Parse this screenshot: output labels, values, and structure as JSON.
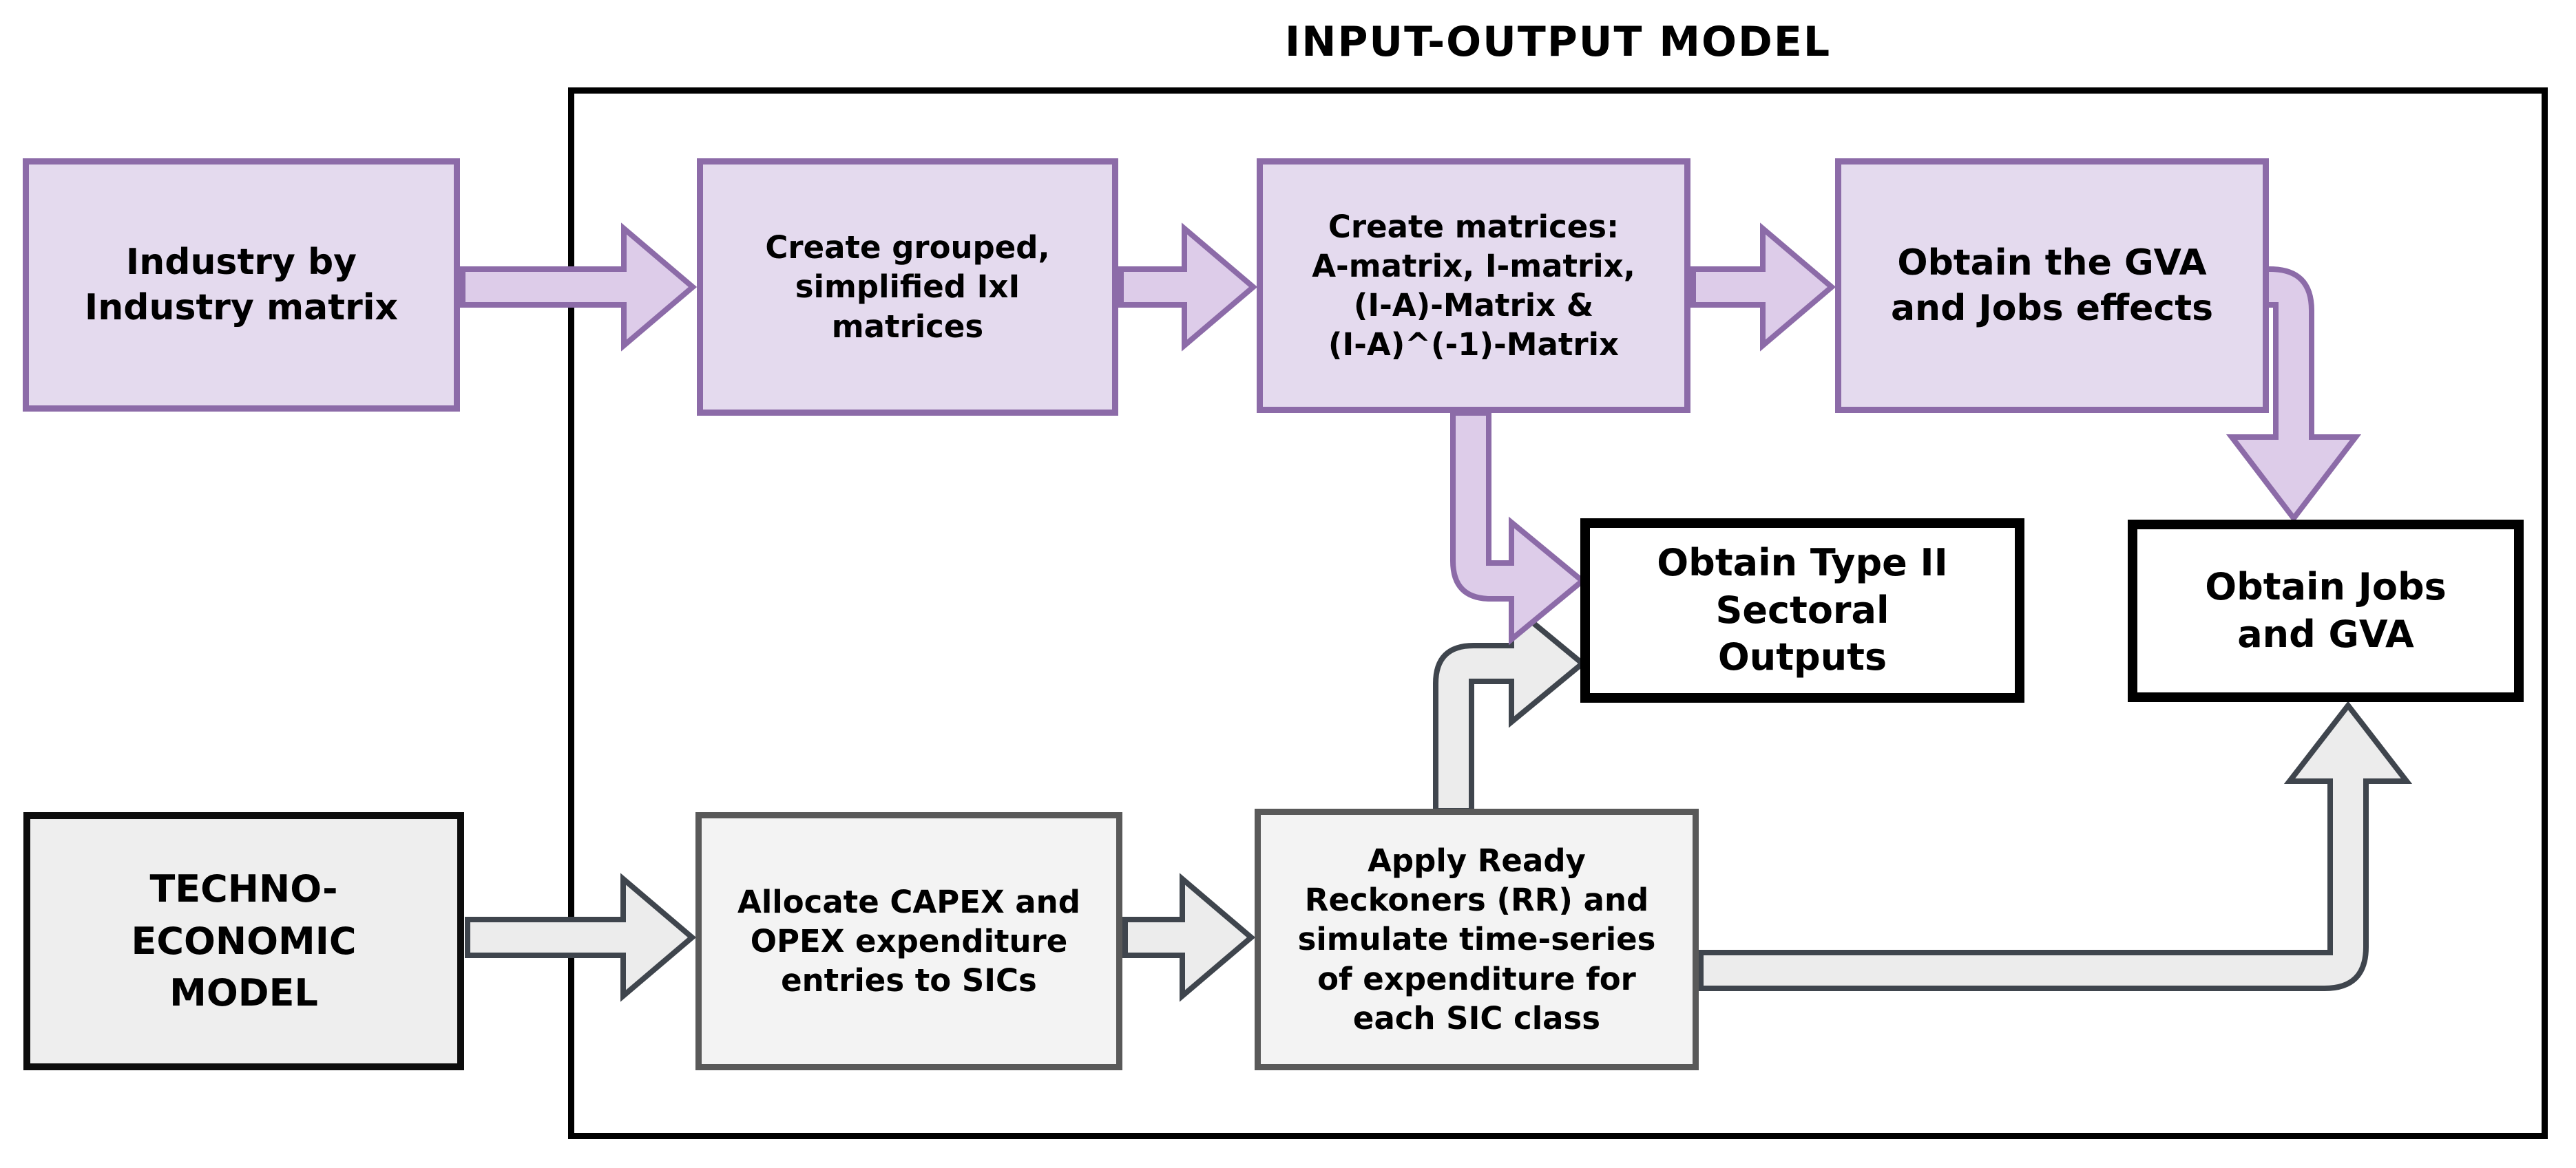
{
  "title": "INPUT-OUTPUT MODEL",
  "colors": {
    "background": "#ffffff",
    "text": "#000000",
    "container_border": "#000000",
    "purple_box_fill": "#e4daee",
    "purple_box_border": "#8c6ba8",
    "purple_arrow_fill": "#ddcce9",
    "purple_arrow_border": "#8c6ba8",
    "gray_box_fill": "#f3f3f3",
    "gray_box_border": "#595959",
    "techno_box_fill": "#eeeeee",
    "techno_box_border": "#0d0d0d",
    "output_box_fill": "#ffffff",
    "output_box_border": "#000000",
    "gray_arrow_fill": "#ececec",
    "gray_arrow_border": "#3f454d"
  },
  "boxes": {
    "industry_matrix": {
      "label": "Industry by\nIndustry matrix"
    },
    "grouped_matrices": {
      "label": "Create grouped,\nsimplified IxI\nmatrices"
    },
    "create_matrices": {
      "label": "Create matrices:\nA-matrix, I-matrix,\n(I-A)-Matrix &\n(I-A)^(-1)-Matrix"
    },
    "gva_jobs_effects": {
      "label": "Obtain the GVA\nand Jobs effects"
    },
    "type_ii_outputs": {
      "label": "Obtain Type II\nSectoral\nOutputs"
    },
    "jobs_and_gva": {
      "label": "Obtain Jobs\nand GVA"
    },
    "techno_economic_model": {
      "label": "TECHNO-\nECONOMIC\nMODEL"
    },
    "allocate_capex_opex": {
      "label": "Allocate CAPEX and\nOPEX expenditure\nentries to SICs"
    },
    "apply_ready_reckoners": {
      "label": "Apply Ready\nReckoners (RR) and\nsimulate time-series\nof expenditure for\neach SIC class"
    }
  },
  "arrows": [
    {
      "name": "techno-to-allocate",
      "from": "techno_economic_model",
      "to": "allocate_capex_opex",
      "style": "gray"
    },
    {
      "name": "allocate-to-reckoners",
      "from": "allocate_capex_opex",
      "to": "apply_ready_reckoners",
      "style": "gray"
    },
    {
      "name": "reckoners-to-type-ii",
      "from": "apply_ready_reckoners",
      "to": "type_ii_outputs",
      "style": "gray"
    },
    {
      "name": "reckoners-to-jobs-gva",
      "from": "apply_ready_reckoners",
      "to": "jobs_and_gva",
      "style": "gray"
    },
    {
      "name": "industry-to-grouped",
      "from": "industry_matrix",
      "to": "grouped_matrices",
      "style": "purple"
    },
    {
      "name": "grouped-to-matrices",
      "from": "grouped_matrices",
      "to": "create_matrices",
      "style": "purple"
    },
    {
      "name": "matrices-to-gva-effects",
      "from": "create_matrices",
      "to": "gva_jobs_effects",
      "style": "purple"
    },
    {
      "name": "matrices-to-type-ii",
      "from": "create_matrices",
      "to": "type_ii_outputs",
      "style": "purple"
    },
    {
      "name": "gva-effects-to-jobs-gva",
      "from": "gva_jobs_effects",
      "to": "jobs_and_gva",
      "style": "purple"
    }
  ]
}
